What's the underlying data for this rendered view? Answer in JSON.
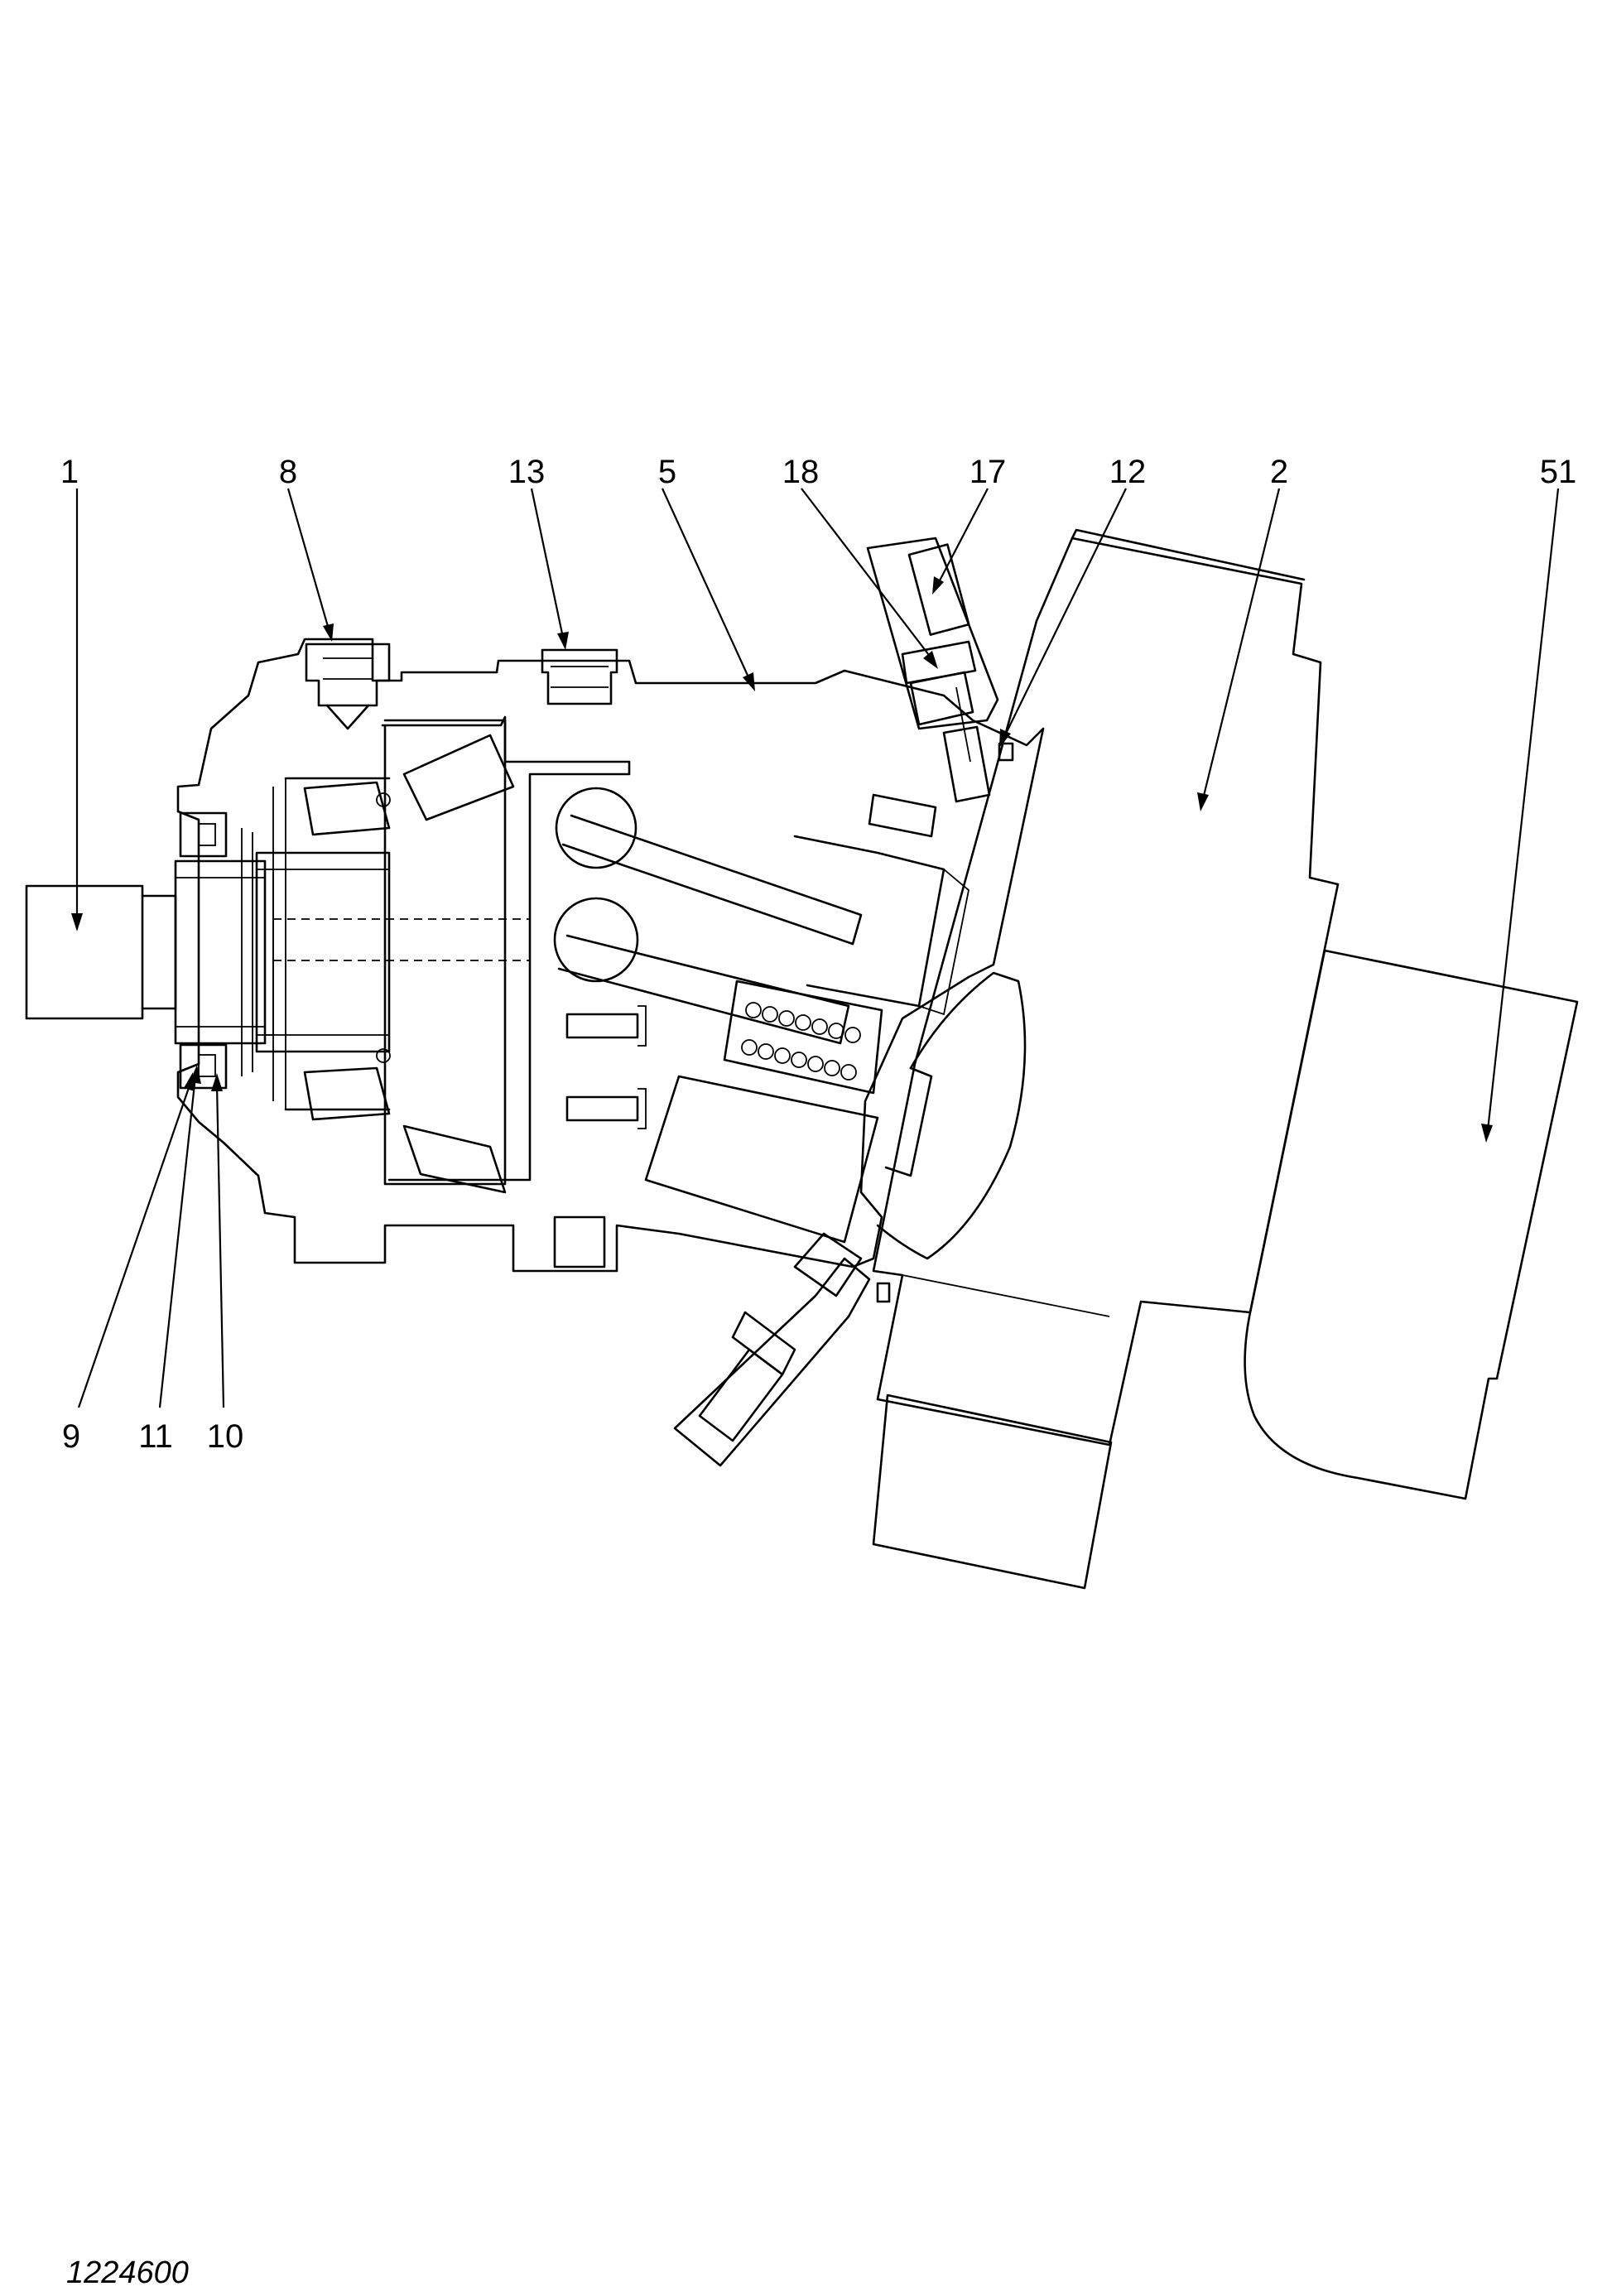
{
  "document_number": "1224600",
  "callouts": [
    {
      "id": "c1",
      "label": "1"
    },
    {
      "id": "c8",
      "label": "8"
    },
    {
      "id": "c13",
      "label": "13"
    },
    {
      "id": "c5",
      "label": "5"
    },
    {
      "id": "c18",
      "label": "18"
    },
    {
      "id": "c17",
      "label": "17"
    },
    {
      "id": "c12",
      "label": "12"
    },
    {
      "id": "c2",
      "label": "2"
    },
    {
      "id": "c51",
      "label": "51"
    },
    {
      "id": "c9",
      "label": "9"
    },
    {
      "id": "c11",
      "label": "11"
    },
    {
      "id": "c10",
      "label": "10"
    }
  ]
}
